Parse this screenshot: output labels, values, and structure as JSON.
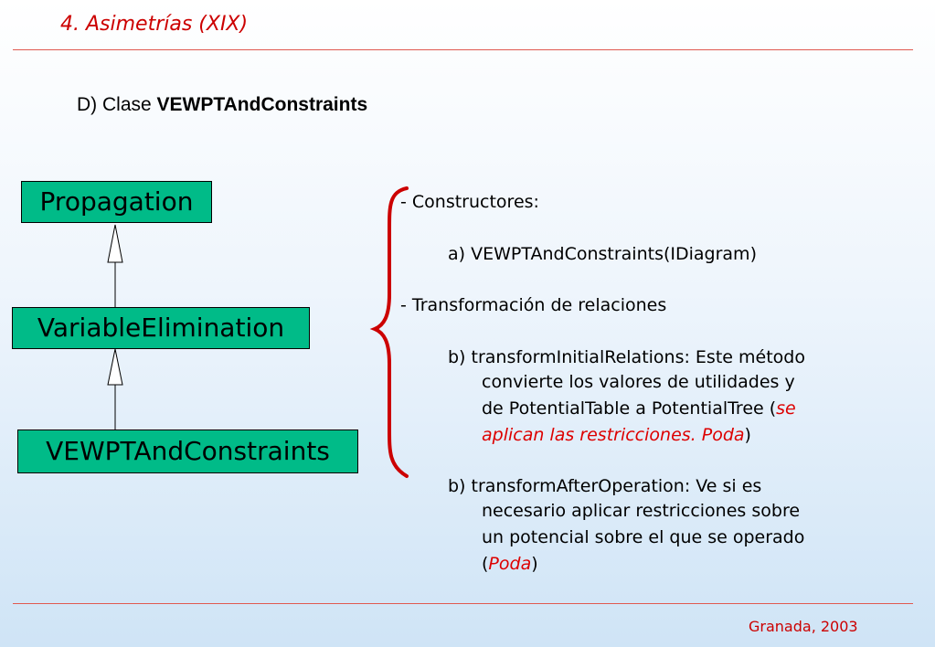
{
  "header": {
    "title": "4. Asimetrías (XIX)"
  },
  "subtitle": {
    "prefix": "D) Clase ",
    "class_name": "VEWPTAndConstraints"
  },
  "diagram": {
    "boxes": [
      {
        "label": "Propagation"
      },
      {
        "label": "VariableElimination"
      },
      {
        "label": "VEWPTAndConstraints"
      }
    ]
  },
  "content": {
    "constructors_heading": "- Constructores:",
    "constructor_a": "a) VEWPTAndConstraints(IDiagram)",
    "transform_heading": "- Transformación de relaciones",
    "transform_b1_line1": "b) transformInitialRelations: Este método",
    "transform_b1_line2": "convierte  los  valores  de utilidades y",
    "transform_b1_line3": "de PotentialTable a PotentialTree (",
    "transform_b1_red1": "se",
    "transform_b1_red2": "aplican las restricciones. Poda",
    "transform_b1_close": ")",
    "transform_b2_line1": "b) transformAfterOperation: Ve si es",
    "transform_b2_line2": "necesario aplicar restricciones sobre",
    "transform_b2_line3": "un potencial sobre el que se operado",
    "transform_b2_open": "(",
    "transform_b2_red": "Poda",
    "transform_b2_close": ")"
  },
  "footer": {
    "text": "Granada, 2003"
  },
  "colors": {
    "accent": "#cc0000",
    "box_fill": "#00bb88",
    "brace": "#cc0000"
  }
}
